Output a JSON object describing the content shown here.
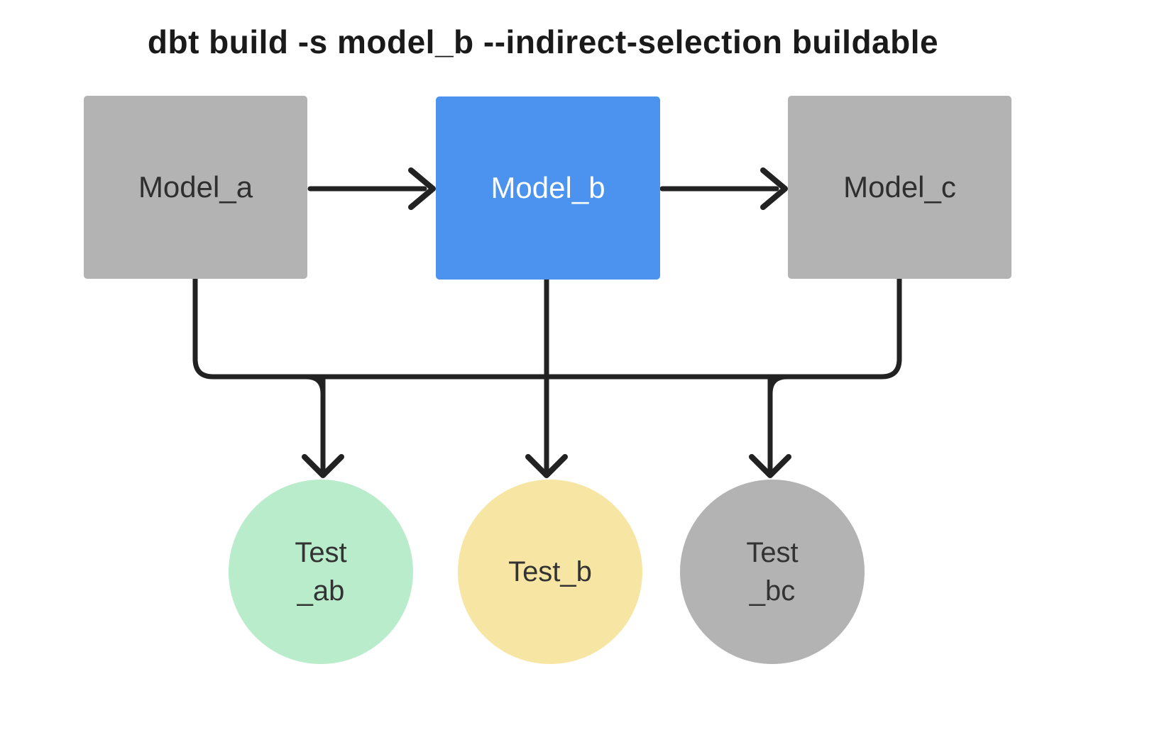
{
  "title": "dbt build -s model_b --indirect-selection buildable",
  "nodes": {
    "model_a": {
      "label": "Model_a"
    },
    "model_b": {
      "label": "Model_b"
    },
    "model_c": {
      "label": "Model_c"
    },
    "test_ab": {
      "line1": "Test",
      "line2": "_ab"
    },
    "test_b": {
      "label": "Test_b"
    },
    "test_bc": {
      "line1": "Test",
      "line2": "_bc"
    }
  },
  "colors": {
    "model_default_gray": "#b3b3b3",
    "model_selected_blue": "#4b93ef",
    "test_green": "#b9ecca",
    "test_yellow": "#f7e6a3",
    "test_gray": "#b3b3b3",
    "edge": "#222222",
    "background": "#ffffff"
  }
}
